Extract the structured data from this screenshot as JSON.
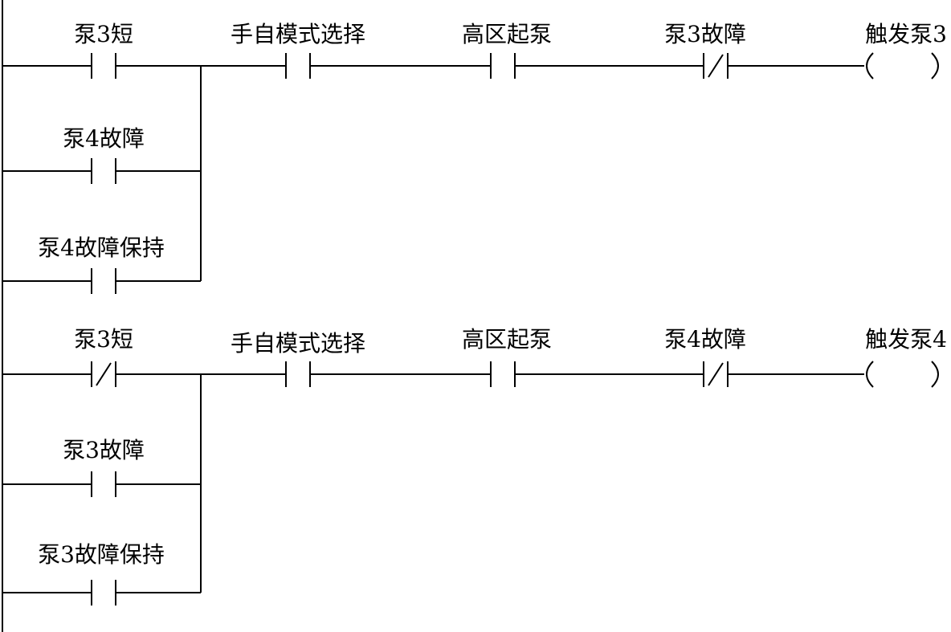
{
  "rungs": [
    {
      "contacts": [
        {
          "label": "泵3短",
          "type": "NO"
        },
        {
          "label": "手自模式选择",
          "type": "NO"
        },
        {
          "label": "高区起泵",
          "type": "NO"
        },
        {
          "label": "泵3故障",
          "type": "NC"
        }
      ],
      "branches": [
        {
          "label": "泵4故障",
          "type": "NO"
        },
        {
          "label": "泵4故障保持",
          "type": "NO"
        }
      ],
      "coil": {
        "label": "触发泵3"
      }
    },
    {
      "contacts": [
        {
          "label": "泵3短",
          "type": "NC"
        },
        {
          "label": "手自模式选择",
          "type": "NO"
        },
        {
          "label": "高区起泵",
          "type": "NO"
        },
        {
          "label": "泵4故障",
          "type": "NC"
        }
      ],
      "branches": [
        {
          "label": "泵3故障",
          "type": "NO"
        },
        {
          "label": "泵3故障保持",
          "type": "NO"
        }
      ],
      "coil": {
        "label": "触发泵4"
      }
    }
  ]
}
